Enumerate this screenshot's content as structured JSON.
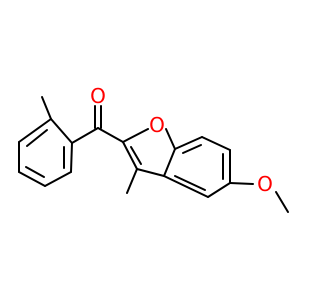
{
  "molecule": {
    "colors": {
      "bond": "#000000",
      "oxygen": "#ff0000",
      "background": "#ffffff"
    },
    "atom_labels": {
      "carbonyl_oxygen": "O",
      "furan_oxygen": "O",
      "methoxy_oxygen": "O"
    }
  }
}
